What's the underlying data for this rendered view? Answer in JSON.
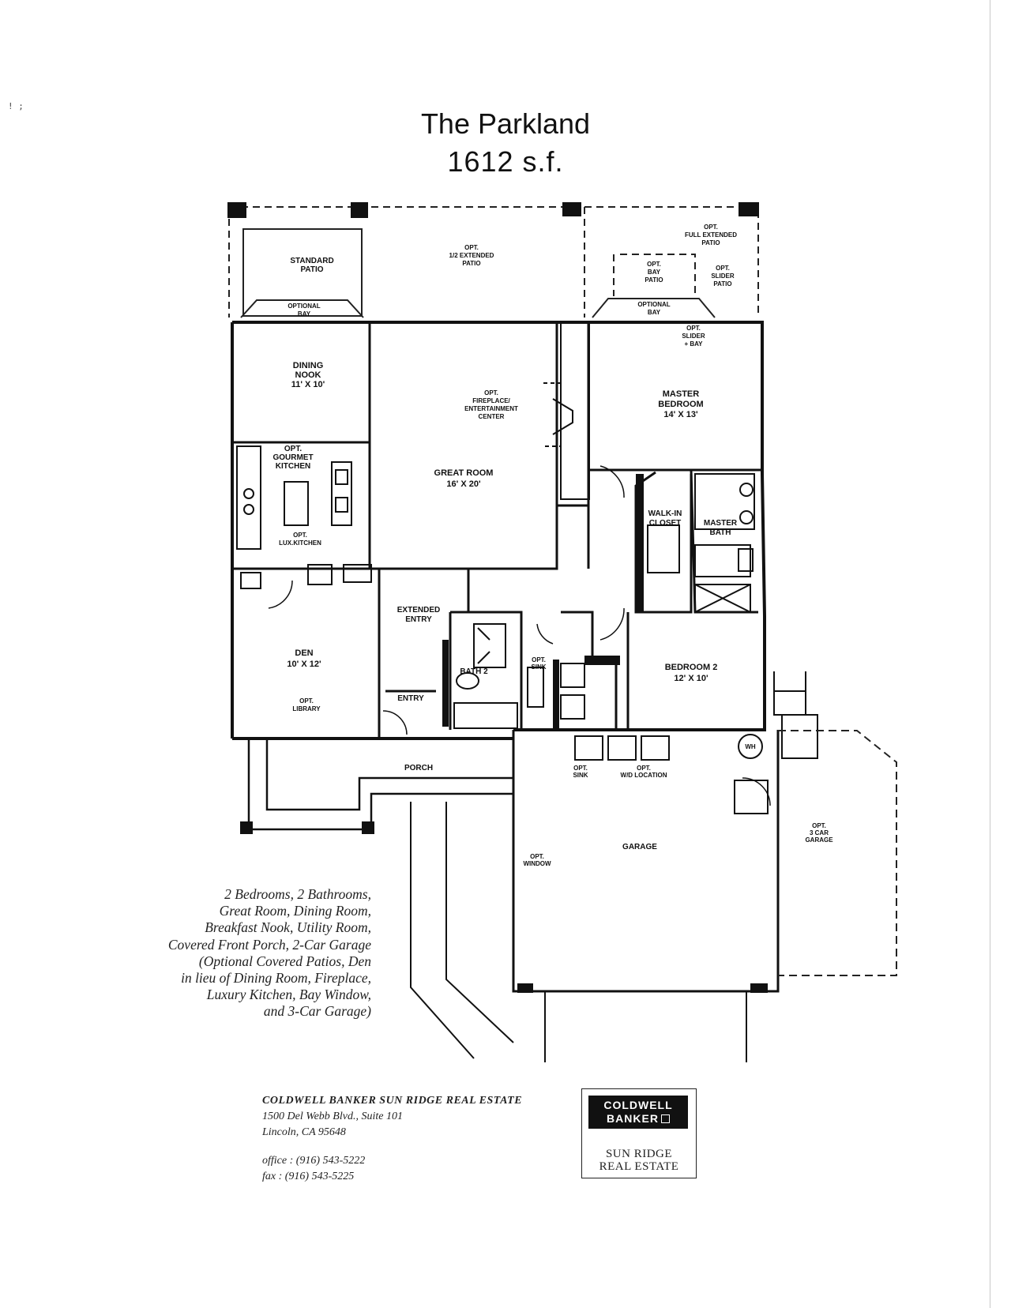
{
  "header": {
    "name": "The Parkland",
    "size": "1612 s.f."
  },
  "margin_marks": "! ;",
  "plan": {
    "rooms": {
      "standard_patio": [
        "STANDARD",
        "PATIO"
      ],
      "opt_half_patio": [
        "OPT.",
        "1/2 EXTENDED",
        "PATIO"
      ],
      "opt_full_patio": [
        "OPT.",
        "FULL EXTENDED",
        "PATIO"
      ],
      "opt_slider_patio": [
        "OPT.",
        "SLIDER",
        "PATIO"
      ],
      "opt_bay_patio": [
        "OPT.",
        "BAY",
        "PATIO"
      ],
      "optional_bay_left": [
        "OPTIONAL",
        "BAY"
      ],
      "optional_bay_right": [
        "OPTIONAL",
        "BAY"
      ],
      "opt_slider_bay": [
        "OPT.",
        "SLIDER",
        "+ BAY"
      ],
      "dining_nook": [
        "DINING",
        "NOOK",
        "11' X 10'"
      ],
      "opt_gourmet_kitchen": [
        "OPT.",
        "GOURMET",
        "KITCHEN"
      ],
      "opt_lux_kitchen": [
        "OPT.",
        "LUX.KITCHEN"
      ],
      "opt_fireplace": [
        "OPT.",
        "FIREPLACE/",
        "ENTERTAINMENT",
        "CENTER"
      ],
      "great_room": [
        "GREAT ROOM",
        "16' X 20'"
      ],
      "master_bedroom": [
        "MASTER",
        "BEDROOM",
        "14' X 13'"
      ],
      "walk_in_closet": [
        "WALK-IN",
        "CLOSET"
      ],
      "master_bath": [
        "MASTER",
        "BATH"
      ],
      "extended_entry": [
        "EXTENDED",
        "ENTRY"
      ],
      "den": [
        "DEN",
        "10' X 12'"
      ],
      "opt_library": [
        "OPT.",
        "LIBRARY"
      ],
      "entry": [
        "ENTRY"
      ],
      "bath_2": [
        "BATH 2"
      ],
      "opt_sink": [
        "OPT.",
        "SINK"
      ],
      "bedroom_2": [
        "BEDROOM 2",
        "12' X 10'"
      ],
      "porch": [
        "PORCH"
      ],
      "opt_sink_garage": [
        "OPT.",
        "SINK"
      ],
      "opt_wd_location": [
        "OPT.",
        "W/D LOCATION"
      ],
      "garage": [
        "GARAGE"
      ],
      "opt_window": [
        "OPT.",
        "WINDOW"
      ],
      "opt_3_car_garage": [
        "OPT.",
        "3 CAR",
        "GARAGE"
      ],
      "wh": [
        "WH"
      ]
    }
  },
  "description": [
    "2 Bedrooms, 2 Bathrooms,",
    "Great Room, Dining Room,",
    "Breakfast Nook, Utility Room,",
    "Covered Front Porch, 2-Car Garage",
    "(Optional Covered Patios, Den",
    "in lieu of Dining Room, Fireplace,",
    "Luxury Kitchen, Bay Window,",
    "and 3-Car Garage)"
  ],
  "company": {
    "name": "COLDWELL BANKER SUN RIDGE REAL ESTATE",
    "address1": "1500 Del Webb Blvd., Suite 101",
    "address2": "Lincoln, CA 95648",
    "office": "office : (916) 543-5222",
    "fax": "fax :     (916) 543-5225"
  },
  "logo": {
    "line1": "COLDWELL",
    "line2": "BANKER",
    "sub1": "SUN RIDGE",
    "sub2": "REAL ESTATE"
  }
}
